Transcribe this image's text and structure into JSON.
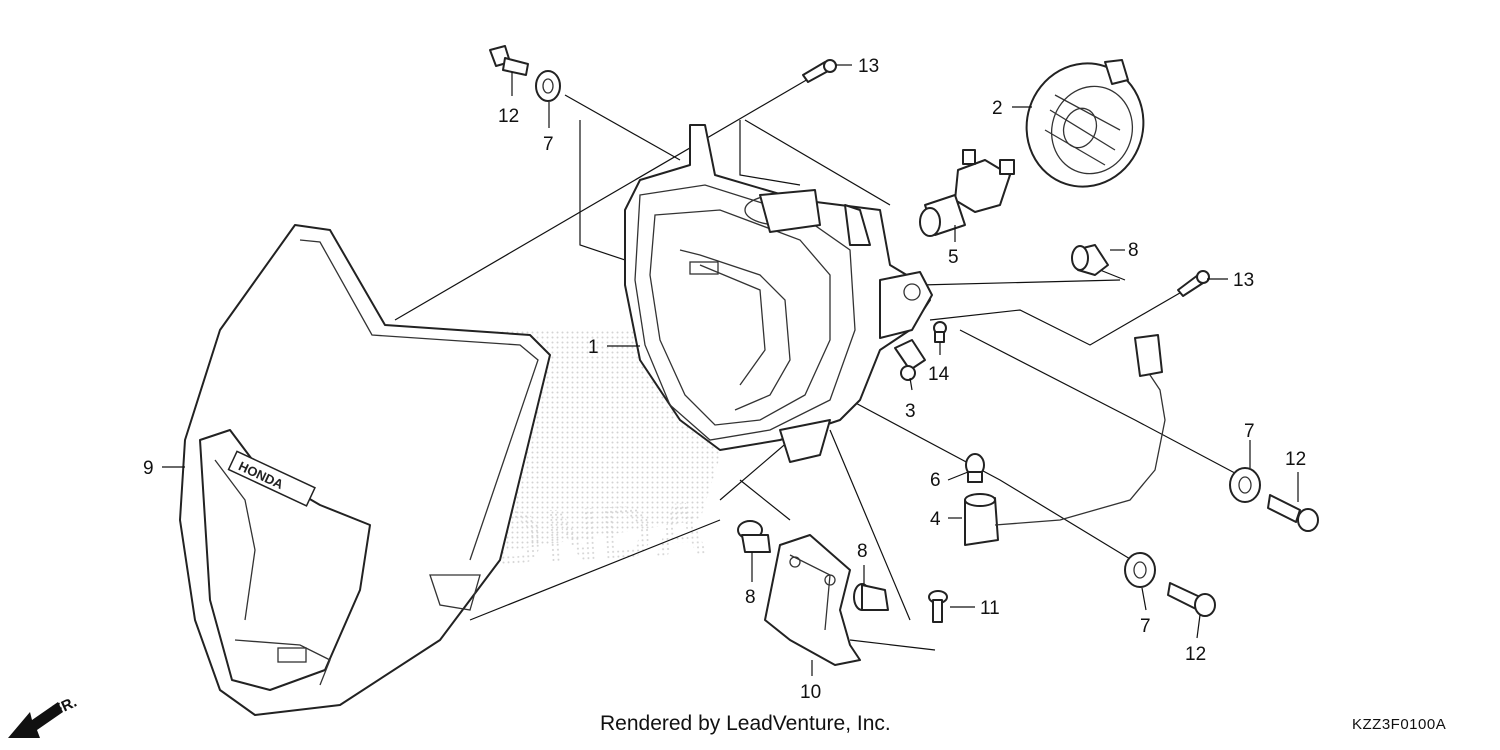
{
  "diagram": {
    "callouts": [
      "1",
      "2",
      "3",
      "4",
      "5",
      "6",
      "7",
      "7",
      "7",
      "8",
      "8",
      "8",
      "9",
      "10",
      "11",
      "12",
      "12",
      "12",
      "13",
      "13",
      "14"
    ],
    "watermark": "HONDA",
    "cowl_badge": "HONDA",
    "front_arrow_label": "FR."
  },
  "footer": {
    "credit": "Rendered by LeadVenture, Inc.",
    "diagram_code": "KZZ3F0100A"
  },
  "colors": {
    "line": "#222222",
    "background": "#ffffff",
    "watermark": "#d9d9d9"
  }
}
